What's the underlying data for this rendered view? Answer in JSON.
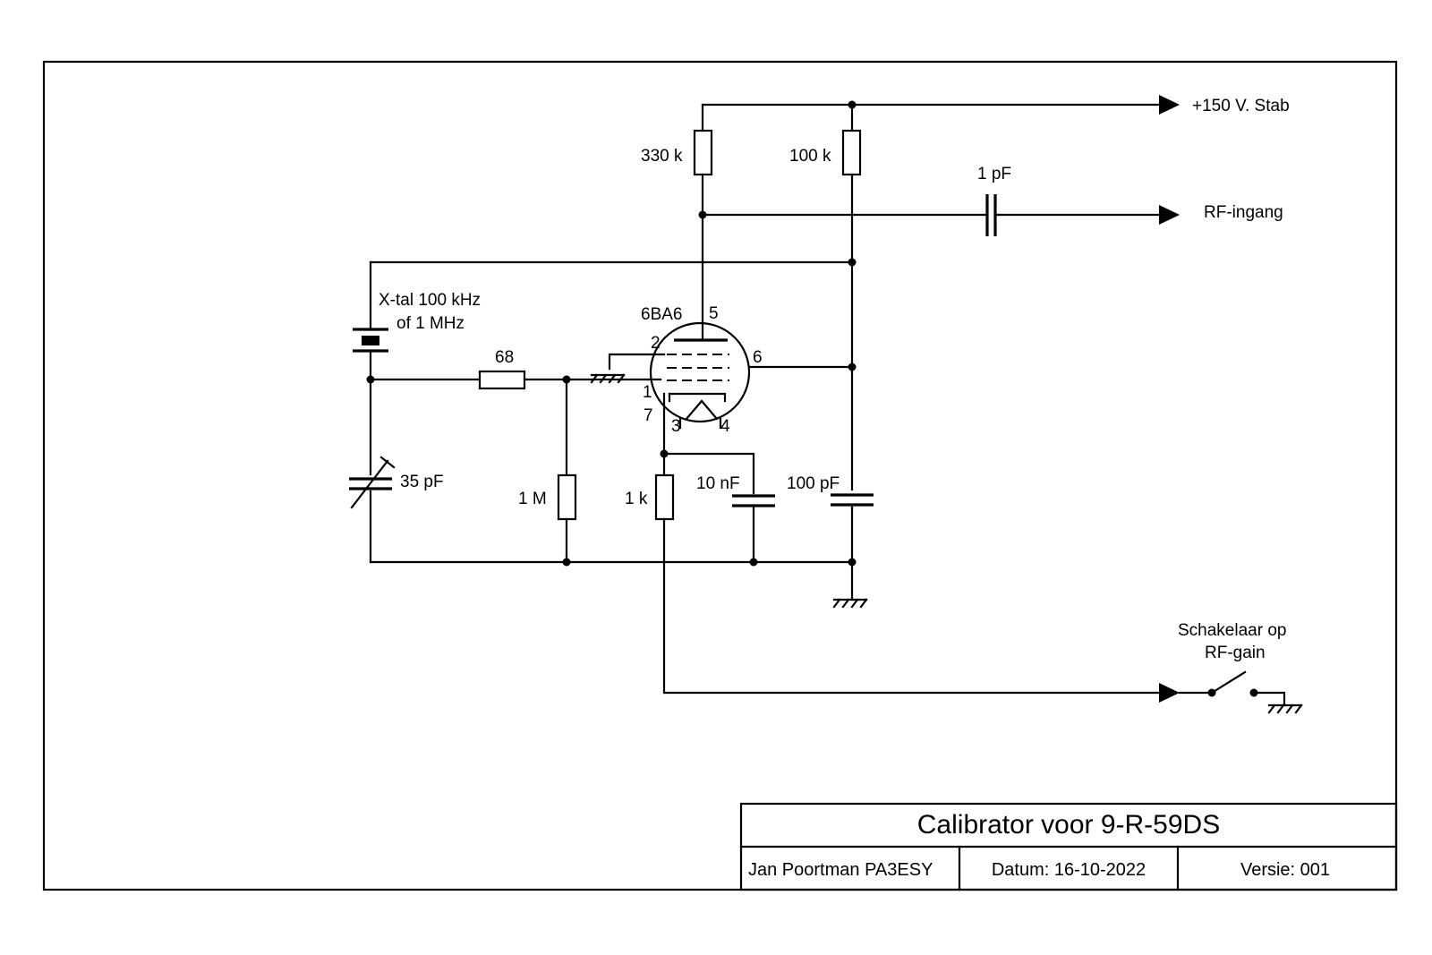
{
  "labels": {
    "supply": "+150 V. Stab",
    "rf_input": "RF-ingang",
    "crystal_line1": "X-tal 100 kHz",
    "crystal_line2": "of 1 MHz",
    "tube": "6BA6",
    "switch_line1": "Schakelaar op",
    "switch_line2": "RF-gain"
  },
  "components": {
    "r_plate": "330 k",
    "r_screen": "100 k",
    "c_rf": "1 pF",
    "r_grid_series": "68",
    "r_grid_leak": "1 M",
    "r_cathode": "1 k",
    "c_cathode": "10 nF",
    "c_screen": "100 pF",
    "c_trimmer": "35 pF"
  },
  "pins": {
    "p1": "1",
    "p2": "2",
    "p3": "3",
    "p4": "4",
    "p5": "5",
    "p6": "6",
    "p7": "7"
  },
  "title_block": {
    "title": "Calibrator voor 9-R-59DS",
    "author": "Jan Poortman  PA3ESY",
    "date": "Datum: 16-10-2022",
    "version": "Versie:  001"
  }
}
